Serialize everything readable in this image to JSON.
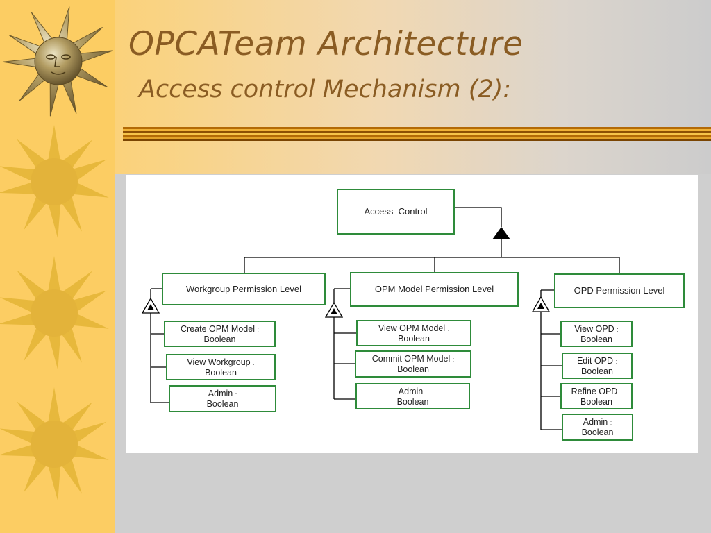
{
  "slide": {
    "title": "OPCATeam Architecture",
    "subtitle": "Access control Mechanism (2):"
  },
  "diagram": {
    "root": {
      "label": "Access  Control"
    },
    "groups": [
      {
        "label": "Workgroup Permission Level",
        "attributes": [
          {
            "name": "Create OPM Model",
            "type": "Boolean"
          },
          {
            "name": "View Workgroup",
            "type": "Boolean"
          },
          {
            "name": "Admin",
            "type": "Boolean"
          }
        ]
      },
      {
        "label": "OPM Model Permission Level",
        "attributes": [
          {
            "name": "View OPM Model",
            "type": "Boolean"
          },
          {
            "name": "Commit OPM Model",
            "type": "Boolean"
          },
          {
            "name": "Admin",
            "type": "Boolean"
          }
        ]
      },
      {
        "label": "OPD Permission Level",
        "attributes": [
          {
            "name": "View OPD",
            "type": "Boolean"
          },
          {
            "name": "Edit OPD",
            "type": "Boolean"
          },
          {
            "name": "Refine OPD",
            "type": "Boolean"
          },
          {
            "name": "Admin",
            "type": "Boolean"
          }
        ]
      }
    ],
    "attribute_separator": ":",
    "colors": {
      "box_border": "#2e8b3a",
      "line": "#000000"
    }
  },
  "decor": {
    "icons": [
      "sun-face-icon",
      "sun-icon"
    ]
  }
}
